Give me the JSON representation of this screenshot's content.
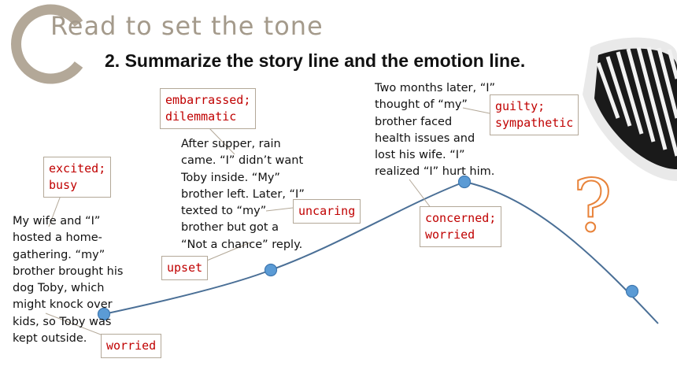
{
  "slide": {
    "title": "Read to set the tone",
    "subtitle": "2. Summarize the story line and the emotion line."
  },
  "story_blocks": [
    {
      "id": "story-1",
      "lines": [
        "My wife and “I”",
        "hosted a home-",
        "gathering. “my”",
        "brother brought his",
        "dog Toby, which",
        "might knock over",
        "kids, so Toby was",
        "kept outside."
      ]
    },
    {
      "id": "story-2",
      "lines": [
        "After supper, rain",
        "came. “I” didn’t want",
        "Toby inside. “My”",
        "brother left. Later, “I”",
        "texted to “my”",
        "brother but got a",
        "“Not a chance” reply."
      ]
    },
    {
      "id": "story-3",
      "lines": [
        "Two months later, “I”",
        "thought of “my”",
        "brother faced",
        "health issues and",
        "lost his wife. “I”",
        "realized “I” hurt him."
      ]
    }
  ],
  "emotions": [
    {
      "id": "excited-busy",
      "lines": [
        "excited;",
        "busy"
      ]
    },
    {
      "id": "worried",
      "lines": [
        "worried"
      ]
    },
    {
      "id": "upset",
      "lines": [
        "upset"
      ]
    },
    {
      "id": "embarrassed-dilemmatic",
      "lines": [
        "embarrassed;",
        "dilemmatic"
      ]
    },
    {
      "id": "uncaring",
      "lines": [
        "uncaring"
      ]
    },
    {
      "id": "concerned-worried",
      "lines": [
        "concerned;",
        "worried"
      ]
    },
    {
      "id": "guilty-sympathetic",
      "lines": [
        "guilty;",
        "sympathetic"
      ]
    }
  ],
  "question_mark": "?",
  "colors": {
    "title": "#a49a8b",
    "emotion_text": "#c00000",
    "tag_border": "#b3a898",
    "curve": "#4a6f96",
    "node": "#5b9bd5",
    "question": "#e8833a"
  }
}
